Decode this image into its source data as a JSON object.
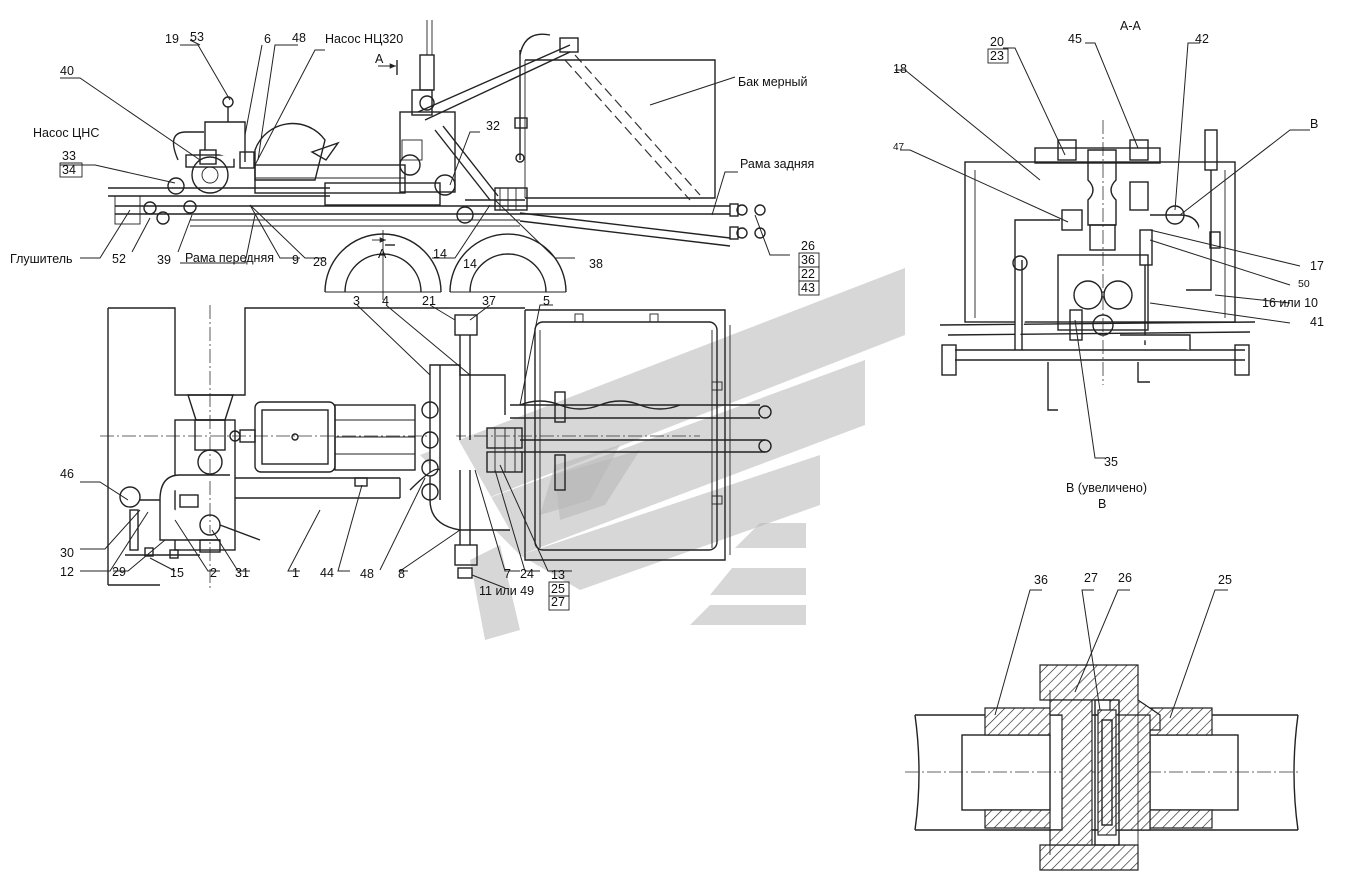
{
  "labels": {
    "pump_nts320": "Насос НЦ320",
    "pump_tsns": "Насос ЦНС",
    "tank": "Бак мерный",
    "rear_frame": "Рама задняя",
    "front_frame": "Рама передняя",
    "muffler": "Глушитель",
    "section_mark": "А",
    "section_title": "А-А",
    "detail_title": "В (увеличено)",
    "detail_sub": "В",
    "detail_mark": "В"
  },
  "numbers": {
    "n19": "19",
    "n53": "53",
    "n6": "6",
    "n48a": "48",
    "n40": "40",
    "n33": "33",
    "n34": "34",
    "n32": "32",
    "n14a": "14",
    "n14b": "14",
    "n38": "38",
    "n26a": "26",
    "n36a": "36",
    "n22": "22",
    "n43": "43",
    "n52": "52",
    "n39": "39",
    "n9": "9",
    "n28": "28",
    "n3": "3",
    "n4": "4",
    "n21": "21",
    "n37": "37",
    "n5": "5",
    "n46": "46",
    "n30": "30",
    "n12": "12",
    "n29": "29",
    "n15": "15",
    "n2": "2",
    "n31": "31",
    "n1": "1",
    "n44": "44",
    "n48b": "48",
    "n8": "8",
    "n7": "7",
    "n24": "24",
    "n13": "13",
    "n25a": "25",
    "n27a": "27",
    "n11or49": "11 или 49",
    "n18": "18",
    "n20": "20",
    "n23": "23",
    "n45": "45",
    "n42": "42",
    "n47": "47",
    "n17": "17",
    "n50": "50",
    "n16or10": "16 или 10",
    "n41": "41",
    "n35": "35",
    "n36b": "36",
    "n27b": "27",
    "n26b": "26",
    "n25b": "25"
  }
}
